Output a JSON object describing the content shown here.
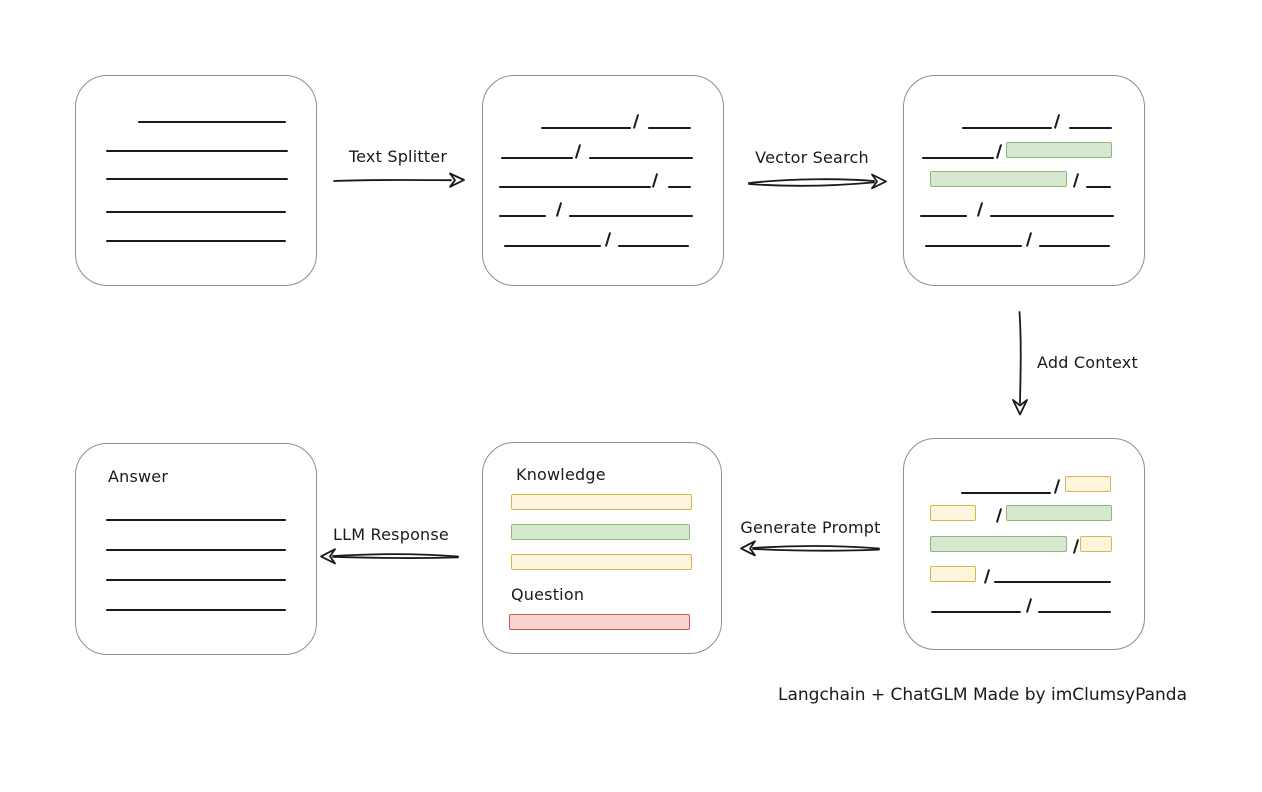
{
  "diagram": {
    "credit": "Langchain + ChatGLM Made by imClumsyPanda",
    "arrows": {
      "text_splitter": "Text Splitter",
      "vector_search": "Vector Search",
      "add_context": "Add Context",
      "generate_prompt": "Generate Prompt",
      "llm_response": "LLM Response"
    },
    "prompt_box": {
      "knowledge": "Knowledge",
      "question": "Question"
    },
    "answer_box": {
      "answer": "Answer"
    },
    "colors": {
      "ink": "#1a1a1a",
      "box_border": "#8f8f8f",
      "green_fill": "#d7e8d0",
      "green_stroke": "#8cba74",
      "yellow_fill": "#fdf5dd",
      "yellow_stroke": "#d8b74c",
      "red_fill": "#f8d3d0",
      "red_stroke": "#c2615c"
    }
  }
}
